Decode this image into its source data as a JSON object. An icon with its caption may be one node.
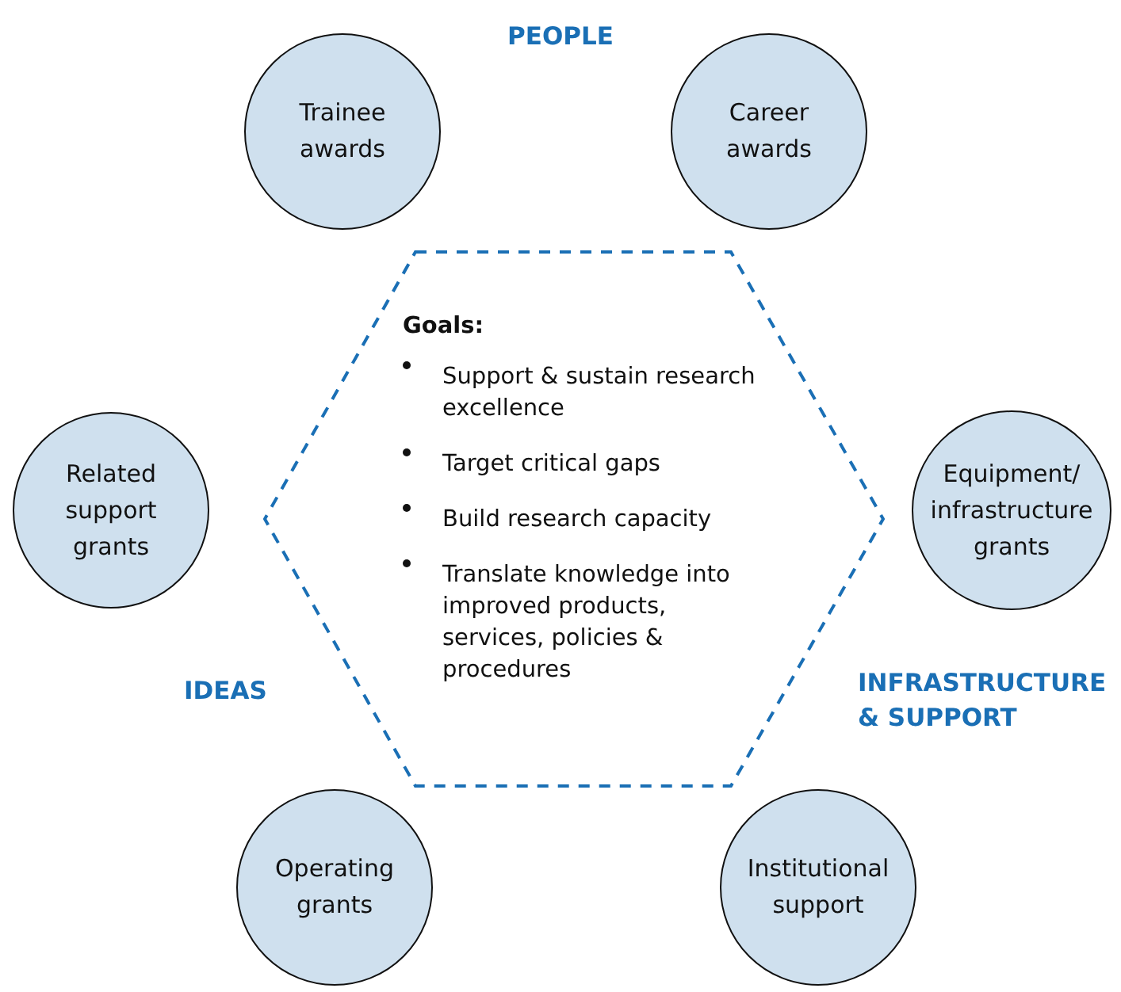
{
  "diagram": {
    "nodes": [
      {
        "text": [
          "Trainee awards"
        ]
      },
      {
        "text": [
          "Career awards"
        ]
      },
      {
        "text": [
          "Goals:",
          "Support & sustain research excellence",
          "Target critical gaps",
          "Build research capacity",
          "Translate knowledge into improved products, services, policies & procedures"
        ]
      },
      {
        "text": [
          "Related support grants"
        ]
      },
      {
        "text": [
          "Equipment/ infrastructure grants"
        ]
      },
      {
        "text": [
          "Operating grants"
        ]
      },
      {
        "text": [
          "Institutional support"
        ]
      }
    ],
    "labels": [
      "PEOPLE",
      "IDEAS",
      "INFRASTRUCTURE & SUPPORT"
    ]
  }
}
